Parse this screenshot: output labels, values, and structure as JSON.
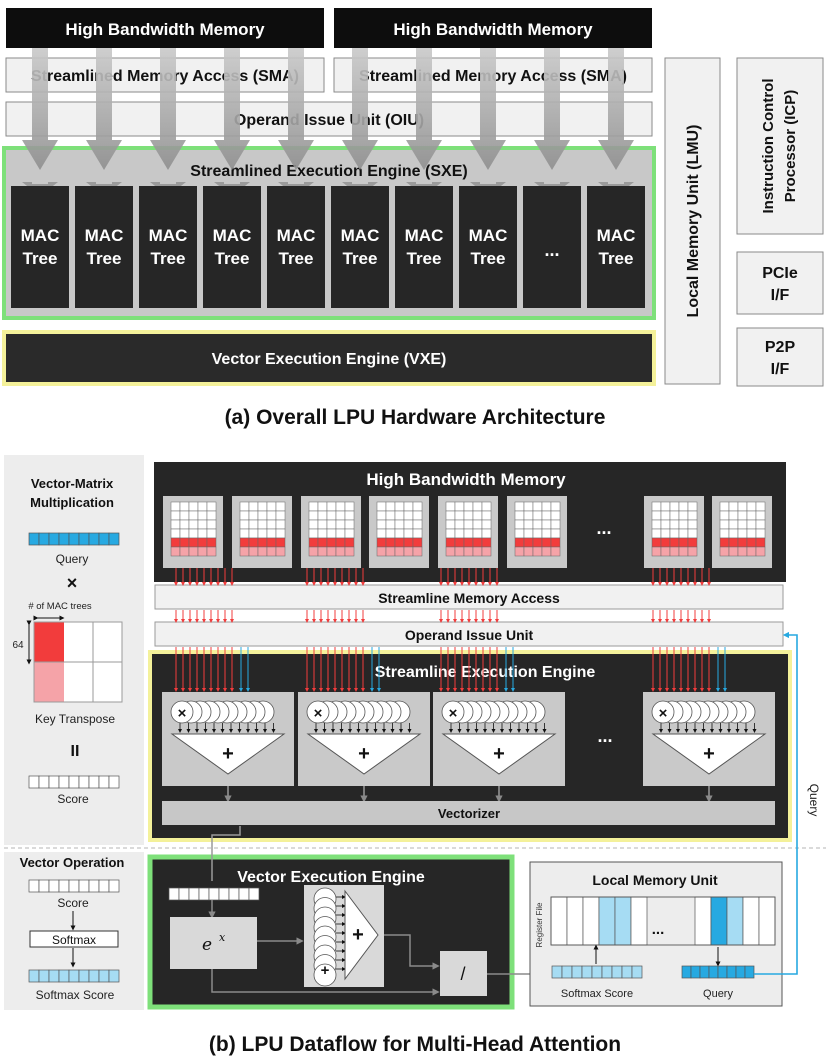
{
  "part_a": {
    "hbm": [
      "High Bandwidth Memory",
      "High Bandwidth Memory"
    ],
    "sma": [
      "Streamlined Memory Access (SMA)",
      "Streamlined Memory Access (SMA)"
    ],
    "oiu": "Operand Issue Unit (OIU)",
    "sxe": "Streamlined Execution Engine (SXE)",
    "mac_line1": "MAC",
    "mac_line2": "Tree",
    "ellipsis": "...",
    "vxe": "Vector Execution Engine (VXE)",
    "lmu": "Local Memory Unit (LMU)",
    "icp": [
      "Instruction Control",
      "Processor (ICP)"
    ],
    "pcie": [
      "PCIe",
      "I/F"
    ],
    "p2p": [
      "P2P",
      "I/F"
    ],
    "caption": "(a) Overall LPU Hardware Architecture"
  },
  "part_b": {
    "left_title": [
      "Vector-Matrix",
      "Multiplication"
    ],
    "query": "Query",
    "times": "×",
    "mac_count": "# of MAC trees",
    "dim": "64",
    "key_transpose": "Key Transpose",
    "equals": "II",
    "score": "Score",
    "vector_op": "Vector Operation",
    "softmax": "Softmax",
    "softmax_score": "Softmax Score",
    "hbm": "High Bandwidth Memory",
    "sma": "Streamline Memory Access",
    "oiu": "Operand Issue Unit",
    "sxe": "Streamline Execution Engine",
    "vectorizer": "Vectorizer",
    "vxe": "Vector Execution Engine",
    "exp": "e",
    "exp_sup": "x",
    "div": "/",
    "lmu": "Local Memory Unit",
    "register_file": "Register File",
    "side_query": "Query",
    "ellipsis": "...",
    "caption": "(b) LPU Dataflow for Multi-Head Attention"
  },
  "colors": {
    "red": "#f23c3c",
    "light_red": "#f5a3a8",
    "blue": "#27a9e1",
    "light_blue": "#a6dcf3",
    "green": "#7ee07a",
    "yellow": "#f4f19a",
    "dark": "#262626"
  }
}
